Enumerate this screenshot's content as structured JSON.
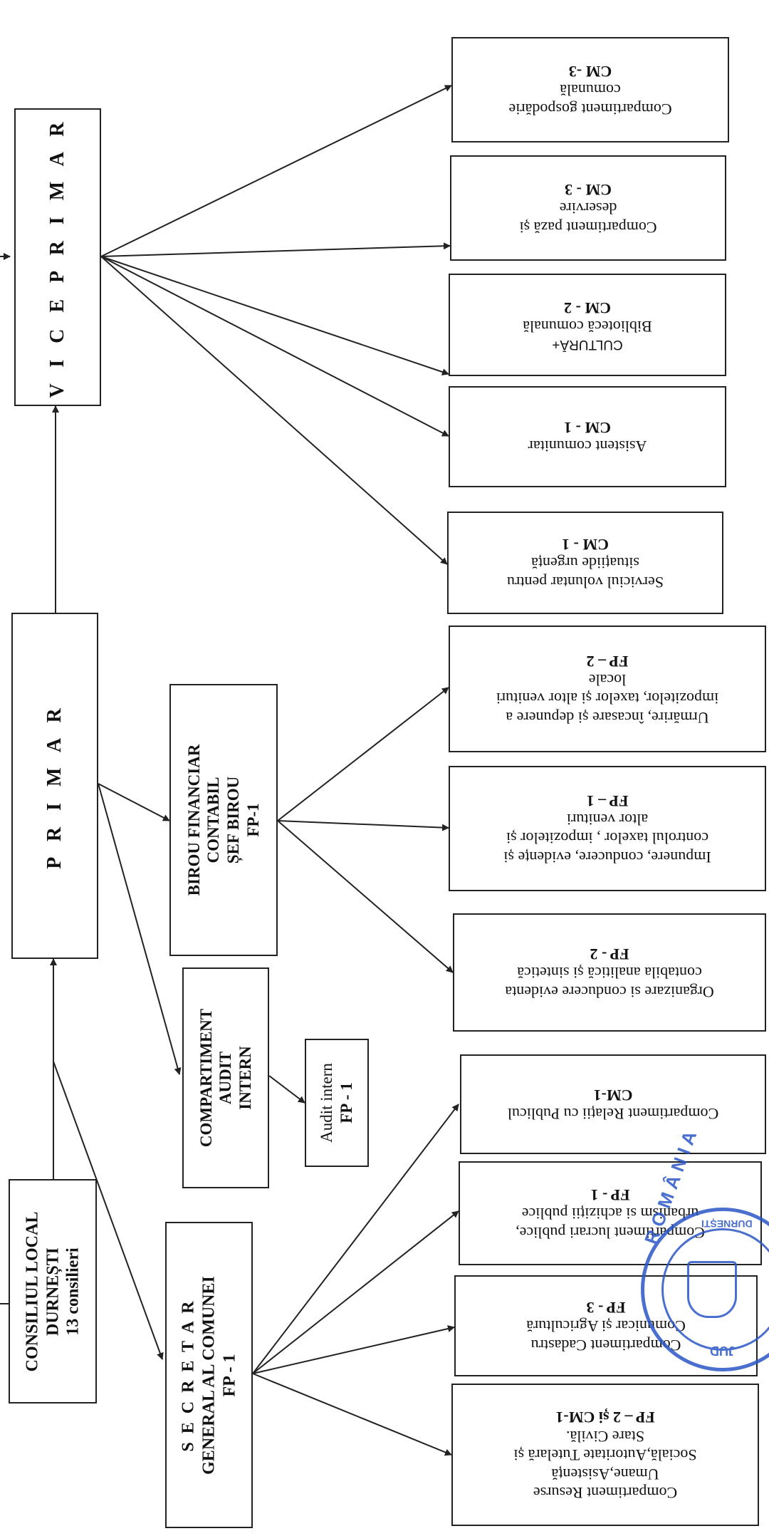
{
  "diagram": {
    "consiliul_local": {
      "lines": [
        "CONSILIUL LOCAL",
        "DURNEȘTI",
        "13 consilieri"
      ]
    },
    "primar": {
      "label": "P R I M A R"
    },
    "viceprimar": {
      "label": "V I C E P R I M A R"
    },
    "secretar": {
      "lines": [
        "S E C R E T A R",
        "GENERAL AL COMUNEI",
        "FP - 1"
      ]
    },
    "audit": {
      "lines": [
        "COMPARTIMENT",
        "AUDIT",
        "INTERN"
      ]
    },
    "audit_intern": {
      "lines": [
        "Audit intern",
        "FP - 1"
      ]
    },
    "birou": {
      "lines": [
        "BIROU FINANCIAR",
        "CONTABIL",
        "ȘEF BIROU",
        "FP-1"
      ]
    },
    "comp_resurse": {
      "lines": [
        "Compartiment Resurse",
        "Umane,Asistență",
        "Socială,Autoritate Tutelară și",
        "Stare Civilă.",
        "FP – 2 și CM-1"
      ]
    },
    "comp_cadastru": {
      "lines": [
        "Compartiment Cadastru",
        "Comunicar și Agricultură",
        "FP - 3"
      ]
    },
    "comp_lucrari": {
      "lines": [
        "Compartiment lucrari publice,",
        "urbanism si achiziții publice",
        "FP - 1"
      ]
    },
    "comp_relatii": {
      "lines": [
        "Compartiment Relații cu Publicul",
        "CM-1"
      ]
    },
    "org_contab": {
      "lines": [
        "Organizare si conducere evidenta",
        "contabila analitică și sintetică",
        "FP - 2"
      ]
    },
    "impunere": {
      "lines": [
        "Impunere, conducere, evidențe și",
        "controlul taxelor , impozitelor și",
        "altor venituri",
        "FP – 1"
      ]
    },
    "urmarire": {
      "lines": [
        "Urmărire, încasare și depunere a",
        "impozitelor, taxelor și altor venituri",
        "locale",
        "FP – 2"
      ]
    },
    "serv_voluntar": {
      "lines": [
        "Serviciul voluntar pentru",
        "situațiide urgență",
        "CM - 1"
      ]
    },
    "asistent": {
      "lines": [
        "Asistent comunitar",
        "CM - 1"
      ]
    },
    "cultura": {
      "lines": [
        "CULTURĂ+",
        "Bibliotecă comunală",
        "CM - 2"
      ]
    },
    "paza": {
      "lines": [
        "Compartiment pază și",
        "deservire",
        "CM - 3"
      ]
    },
    "gospodarie": {
      "lines": [
        "Compartiment gospodărie",
        "comunală",
        "CM -3"
      ]
    },
    "stamp": {
      "text_top": "R O M Â N I A",
      "text_side": "DURNEȘTI",
      "text_bottom": "JUD"
    }
  }
}
